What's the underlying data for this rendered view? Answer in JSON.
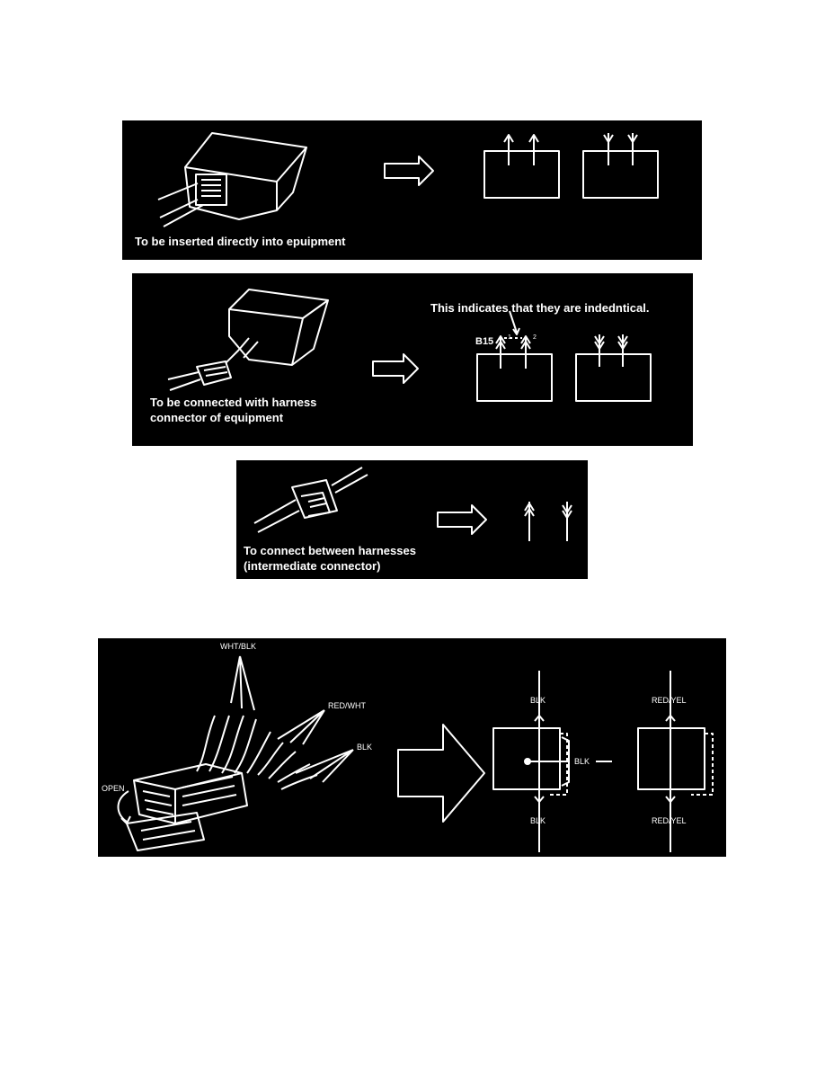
{
  "panels": [
    {
      "caption": "To be inserted directly into epuipment"
    },
    {
      "caption_line1": "To be connected with harness",
      "caption_line2": "connector of equipment",
      "note": "This indicates that they are indedntical.",
      "connector_code": "B15",
      "pin_left": "1",
      "pin_right": "2"
    },
    {
      "caption_line1": "To connect between harnesses",
      "caption_line2": "(intermediate connector)"
    },
    {
      "wire_labels": {
        "wht_blk": "WHT/BLK",
        "red_wht": "RED/WHT",
        "blk": "BLK",
        "open": "OPEN"
      },
      "diagram_labels": {
        "blk_top": "BLK",
        "blk_bottom": "BLK",
        "blk_joint": "BLK",
        "redyel_top": "RED/YEL",
        "redyel_bottom": "RED/YEL"
      }
    }
  ],
  "colors": {
    "panel_background": "#000000",
    "line_art": "#ffffff",
    "page_background": "#ffffff"
  }
}
